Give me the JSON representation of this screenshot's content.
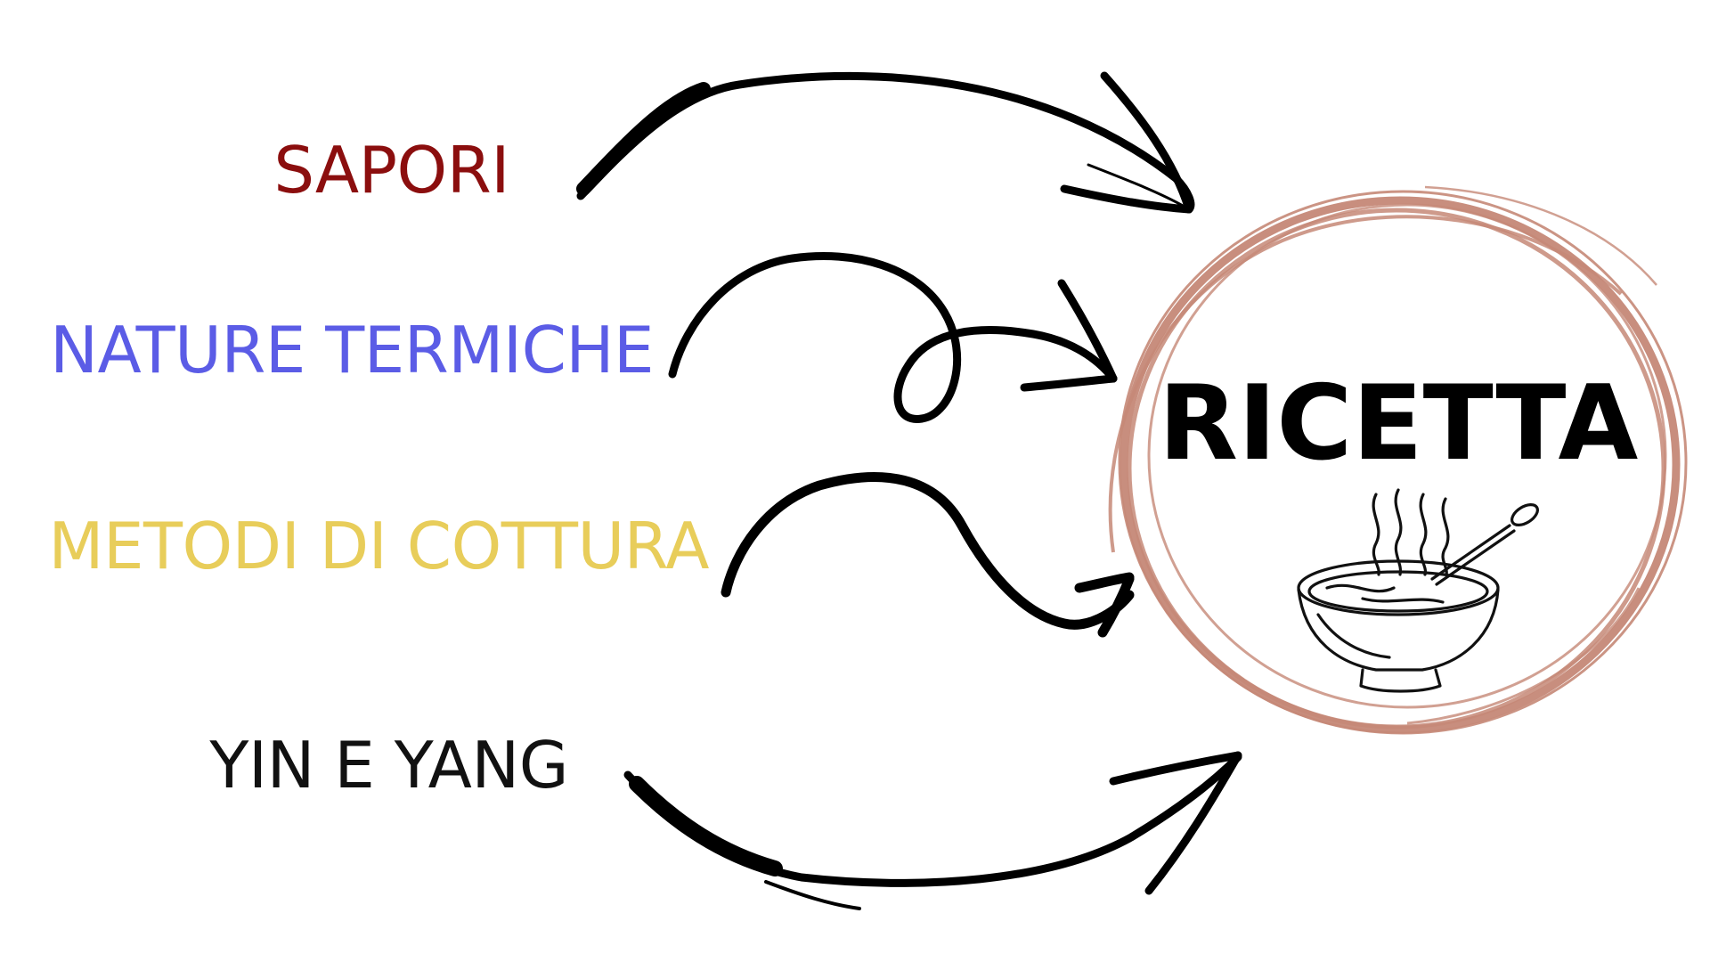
{
  "labels": {
    "sapori": "SAPORI",
    "nature_termiche": "NATURE TERMICHE",
    "metodi_di_cottura": "METODI DI COTTURA",
    "yin_e_yang": "YIN E YANG"
  },
  "center": {
    "title": "RICETTA",
    "icon": "soup-bowl-icon"
  },
  "colors": {
    "sapori": "#8b0e0e",
    "nature_termiche": "#5b5ce6",
    "metodi_di_cottura": "#e8cd5a",
    "yin_e_yang": "#111111",
    "ring": "#c58877",
    "arrow": "#000000"
  }
}
